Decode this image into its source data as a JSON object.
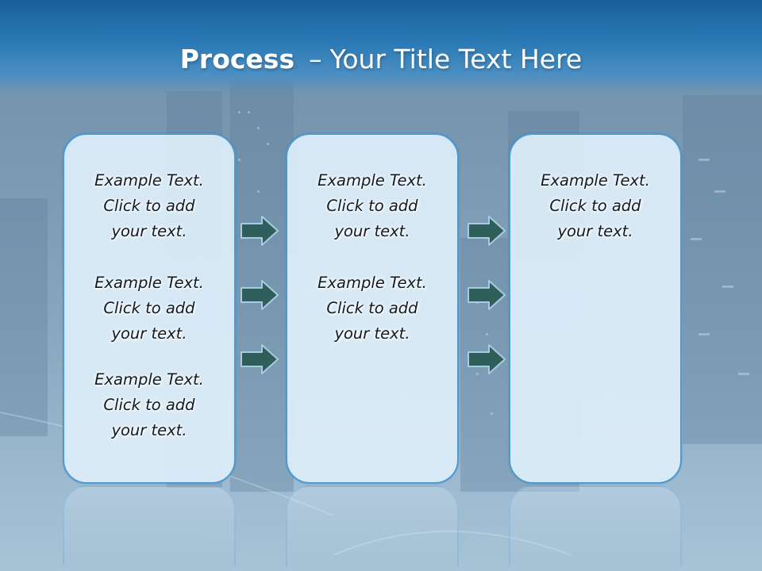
{
  "slide": {
    "title_bold": "Process",
    "title_dash": "–",
    "title_rest": "Your Title Text Here"
  },
  "columns": [
    {
      "items": [
        {
          "line1": "Example Text.",
          "line2": "Click  to add",
          "line3": "your text."
        },
        {
          "line1": "Example Text.",
          "line2": "Click  to add",
          "line3": "your text."
        },
        {
          "line1": "Example Text.",
          "line2": "Click  to add",
          "line3": "your text."
        }
      ]
    },
    {
      "items": [
        {
          "line1": "Example Text.",
          "line2": "Click  to add",
          "line3": "your text."
        },
        {
          "line1": "Example Text.",
          "line2": "Click  to add",
          "line3": "your text."
        }
      ]
    },
    {
      "items": [
        {
          "line1": "Example Text.",
          "line2": "Click  to add",
          "line3": "your text."
        }
      ]
    }
  ],
  "connectors": {
    "count_between_1_2": 3,
    "count_between_2_3": 3,
    "icon": "right-arrow-icon"
  },
  "colors": {
    "title_bar": "#2a79b5",
    "box_border": "#4a9ad3",
    "box_fill": "#deeefa",
    "arrow_fill": "#2f5f5a",
    "arrow_stroke": "#a9cbe0",
    "title_text": "#ffffff"
  }
}
